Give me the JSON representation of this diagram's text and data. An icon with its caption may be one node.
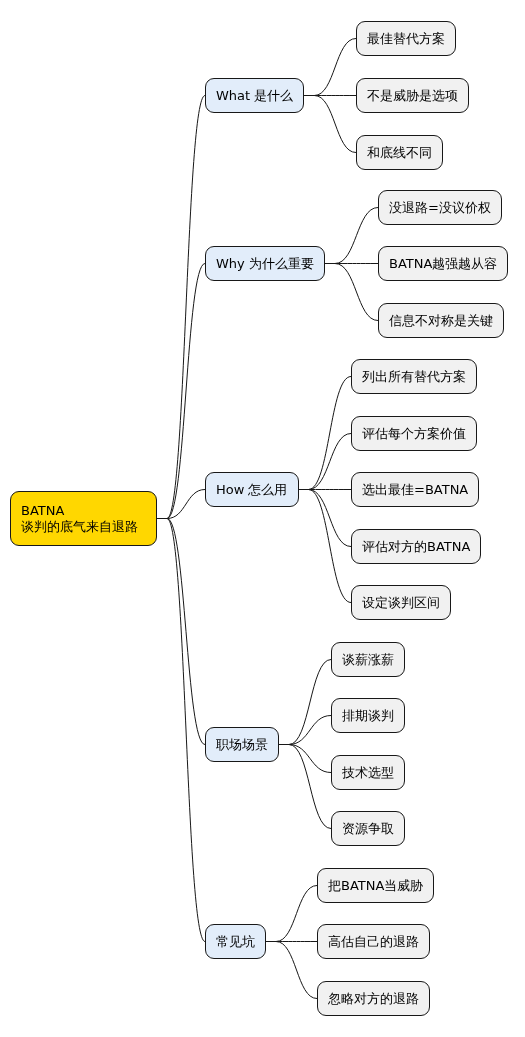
{
  "diagram": {
    "nodes": [
      {
        "text": [
          "BATNA 谈判的底气来自退路"
        ]
      },
      {
        "text": [
          "What 是什么"
        ]
      },
      {
        "text": [
          "最佳替代方案"
        ]
      },
      {
        "text": [
          "不是威胁是选项"
        ]
      },
      {
        "text": [
          "和底线不同"
        ]
      },
      {
        "text": [
          "Why 为什么重要"
        ]
      },
      {
        "text": [
          "没退路=没议价权"
        ]
      },
      {
        "text": [
          "BATNA越强越从容"
        ]
      },
      {
        "text": [
          "信息不对称是关键"
        ]
      },
      {
        "text": [
          "How 怎么用"
        ]
      },
      {
        "text": [
          "列出所有替代方案"
        ]
      },
      {
        "text": [
          "评估每个方案价值"
        ]
      },
      {
        "text": [
          "选出最佳=BATNA"
        ]
      },
      {
        "text": [
          "评估对方的BATNA"
        ]
      },
      {
        "text": [
          "设定谈判区间"
        ]
      },
      {
        "text": [
          "职场场景"
        ]
      },
      {
        "text": [
          "谈薪涨薪"
        ]
      },
      {
        "text": [
          "排期谈判"
        ]
      },
      {
        "text": [
          "技术选型"
        ]
      },
      {
        "text": [
          "资源争取"
        ]
      },
      {
        "text": [
          "常见坑"
        ]
      },
      {
        "text": [
          "把BATNA当威胁"
        ]
      },
      {
        "text": [
          "高估自己的退路"
        ]
      },
      {
        "text": [
          "忽略对方的退路"
        ]
      }
    ],
    "edges": [
      {
        "from": 0,
        "to": 1,
        "arrow": "none"
      },
      {
        "from": 0,
        "to": 5,
        "arrow": "none"
      },
      {
        "from": 0,
        "to": 9,
        "arrow": "none"
      },
      {
        "from": 0,
        "to": 15,
        "arrow": "none"
      },
      {
        "from": 0,
        "to": 20,
        "arrow": "none"
      },
      {
        "from": 1,
        "to": 2,
        "arrow": "none"
      },
      {
        "from": 1,
        "to": 3,
        "arrow": "none"
      },
      {
        "from": 1,
        "to": 4,
        "arrow": "none"
      },
      {
        "from": 5,
        "to": 6,
        "arrow": "none"
      },
      {
        "from": 5,
        "to": 7,
        "arrow": "none"
      },
      {
        "from": 5,
        "to": 8,
        "arrow": "none"
      },
      {
        "from": 9,
        "to": 10,
        "arrow": "none"
      },
      {
        "from": 9,
        "to": 11,
        "arrow": "none"
      },
      {
        "from": 9,
        "to": 12,
        "arrow": "none"
      },
      {
        "from": 9,
        "to": 13,
        "arrow": "none"
      },
      {
        "from": 9,
        "to": 14,
        "arrow": "none"
      },
      {
        "from": 15,
        "to": 16,
        "arrow": "none"
      },
      {
        "from": 15,
        "to": 17,
        "arrow": "none"
      },
      {
        "from": 15,
        "to": 18,
        "arrow": "none"
      },
      {
        "from": 15,
        "to": 19,
        "arrow": "none"
      },
      {
        "from": 20,
        "to": 21,
        "arrow": "none"
      },
      {
        "from": 20,
        "to": 22,
        "arrow": "none"
      },
      {
        "from": 20,
        "to": 23,
        "arrow": "none"
      }
    ]
  }
}
